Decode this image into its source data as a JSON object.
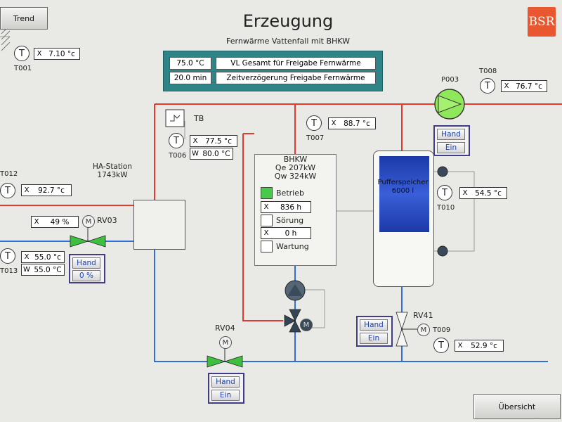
{
  "header": {
    "title": "Erzeugung",
    "subtitle": "Fernwärme Vattenfall mit BHKW",
    "trend_button": "Trend",
    "overview_button": "Übersicht",
    "logo_text": "BSR"
  },
  "setpoints": [
    {
      "value": "75.0 °C",
      "label": "VL Gesamt für Freigabe Fernwärme"
    },
    {
      "value": "20.0 min",
      "label": "Zeitverzögerung Freigabe Fernwärme"
    }
  ],
  "sensors": {
    "t001": {
      "tag": "T001",
      "mode": "X",
      "value": "7.10 °c"
    },
    "t006": {
      "tag": "T006",
      "mode": "X",
      "value": "77.5 °c",
      "mode2": "W",
      "value2": "80.0 °C"
    },
    "t007": {
      "tag": "T007",
      "mode": "X",
      "value": "88.7 °c"
    },
    "t008": {
      "tag": "T008",
      "mode": "X",
      "value": "76.7 °c"
    },
    "t009": {
      "tag": "T009",
      "mode": "X",
      "value": "52.9 °c"
    },
    "t010": {
      "tag": "T010",
      "mode": "X",
      "value": "54.5 °c"
    },
    "t012": {
      "tag": "T012",
      "mode": "X",
      "value": "92.7 °c"
    },
    "t013": {
      "tag": "T013",
      "mode": "X",
      "value": "55.0 °c",
      "mode2": "W",
      "value2": "55.0 °C"
    },
    "symbol": "T"
  },
  "tb": {
    "label": "TB"
  },
  "ha_station": {
    "name": "HA-Station",
    "power": "1743kW"
  },
  "rv03": {
    "tag": "RV03",
    "mode": "X",
    "value": "49 %",
    "hand": "Hand",
    "percent": "0 %",
    "motor": "M"
  },
  "rv04": {
    "tag": "RV04",
    "hand": "Hand",
    "ein": "Ein",
    "motor": "M"
  },
  "rv41": {
    "tag": "RV41",
    "hand": "Hand",
    "ein": "Ein",
    "motor": "M"
  },
  "p003": {
    "tag": "P003",
    "hand": "Hand",
    "ein": "Ein"
  },
  "bhkw": {
    "name": "BHKW",
    "qe": "Qe 207kW",
    "qw": "Qw 324kW",
    "betrieb": "Betrieb",
    "hours_mode": "X",
    "hours": "836 h",
    "soerung": "Sörung",
    "fault_mode": "X",
    "fault_hours": "0 h",
    "wartung": "Wartung",
    "motor": "M"
  },
  "puffer": {
    "name": "Pufferspeicher",
    "volume": "6000 l"
  },
  "colors": {
    "hot": "#e23a2f",
    "cold": "#2f6fd6",
    "pump_on": "#8ee85a",
    "panel": "#2f8488",
    "accent": "#e8572f"
  }
}
